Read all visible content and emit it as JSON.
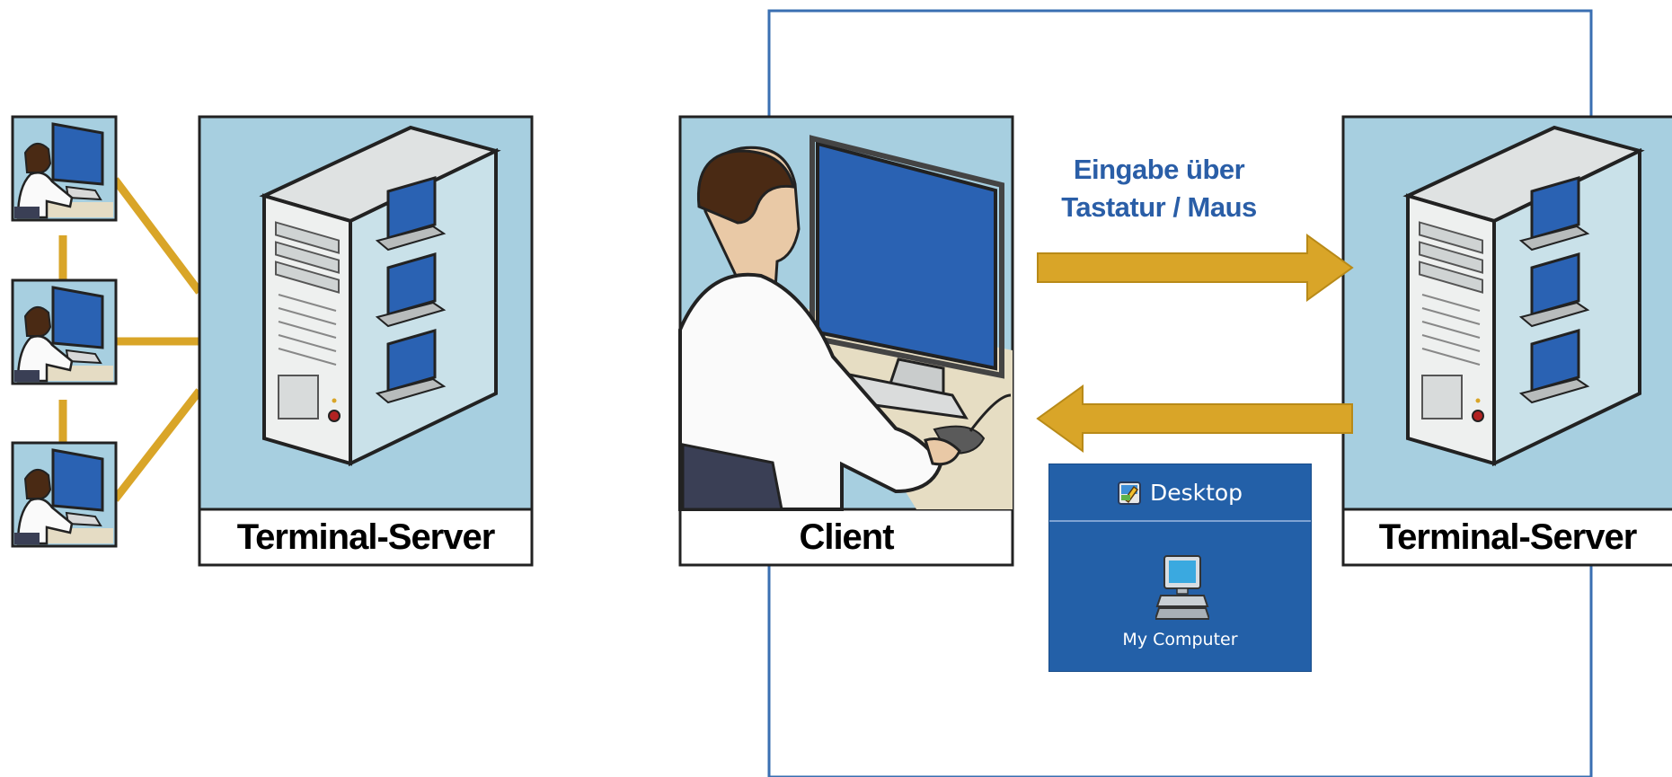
{
  "diagram": {
    "left_server_label": "Terminal-Server",
    "client_label": "Client",
    "right_server_label": "Terminal-Server",
    "arrow_caption_line1": "Eingabe über",
    "arrow_caption_line2": "Tastatur / Maus",
    "desktop_title": "Desktop",
    "desktop_icon_label": "My Computer"
  },
  "colors": {
    "panel_bg": "#a7cfe0",
    "screen_blue": "#2a62b3",
    "connector_gold": "#d9a528",
    "frame_blue": "#3a6fb2",
    "caption_blue": "#2a5ea7",
    "desktop_bg": "#2360a8"
  },
  "icons": [
    "workstation-icon",
    "tower-server-icon",
    "user-at-computer-icon",
    "arrow-right-icon",
    "arrow-left-icon",
    "my-computer-icon",
    "desktop-shortcut-icon"
  ]
}
